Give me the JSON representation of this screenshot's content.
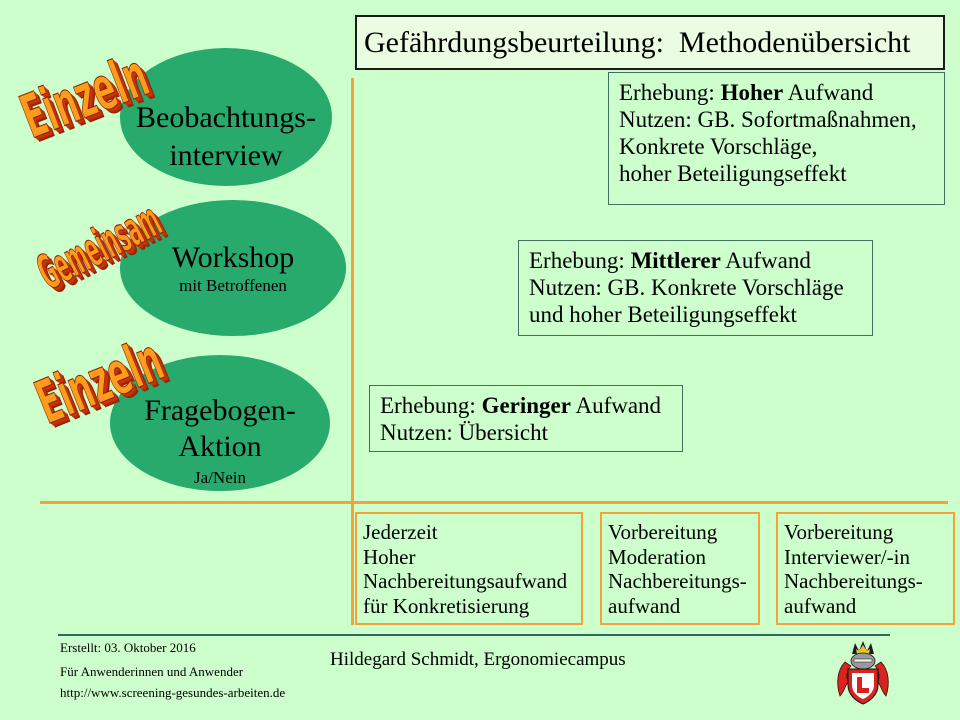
{
  "slide": {
    "title": "Gefährdungsbeurteilung:  Methodenübersicht"
  },
  "methods": [
    {
      "mode": "Einzeln",
      "name_lines": [
        "Beobachtungs-",
        "interview"
      ]
    },
    {
      "mode": "Gemeinsam",
      "name_lines": [
        "Workshop"
      ],
      "note": "mit Betroffenen"
    },
    {
      "mode": "Einzeln",
      "name_lines": [
        "Fragebogen-",
        "Aktion"
      ],
      "note": "Ja/Nein"
    }
  ],
  "effort_boxes": [
    {
      "label": "Erhebung:",
      "level": "Hoher",
      "unit": "Aufwand",
      "benefit_lines": [
        "Nutzen: GB. Sofortmaßnahmen,",
        "Konkrete Vorschläge,",
        "hoher Beteiligungseffekt"
      ]
    },
    {
      "label": "Erhebung:",
      "level": "Mittlerer",
      "unit": "Aufwand",
      "benefit_lines": [
        "Nutzen: GB. Konkrete Vorschläge",
        "und hoher Beteiligungseffekt"
      ]
    },
    {
      "label": "Erhebung:",
      "level": "Geringer",
      "unit": "Aufwand",
      "benefit_lines": [
        "Nutzen: Übersicht"
      ]
    }
  ],
  "requirement_boxes": [
    {
      "lines": [
        "Jederzeit",
        "Hoher",
        "Nachbereitungsaufwand",
        "für Konkretisierung"
      ]
    },
    {
      "lines": [
        "Vorbereitung",
        "Moderation",
        "Nachbereitungs-",
        "aufwand"
      ]
    },
    {
      "lines": [
        "Vorbereitung",
        "Interviewer/-in",
        "Nachbereitungs-",
        "aufwand"
      ]
    }
  ],
  "footer": {
    "created": "Erstellt: 03. Oktober 2016",
    "audience": "Für Anwenderinnen und Anwender",
    "url": "http://www.screening-gesundes-arbeiten.de",
    "author": "Hildegard Schmidt, Ergonomiecampus"
  },
  "icons": {
    "logo": "coat-of-arms-icon"
  },
  "colors": {
    "background": "#ccffcc",
    "title_fill": "#eafde2",
    "title_border": "#1a1a1a",
    "ellipse_fill": "#27aa6c",
    "axis": "#f2a33a",
    "effort_border": "#3f6f60",
    "requirement_border": "#f2a33a",
    "wordart_fill": "#ff9c1c",
    "wordart_extrusion": "#c8340c",
    "footer_line": "#2f6b5d"
  }
}
